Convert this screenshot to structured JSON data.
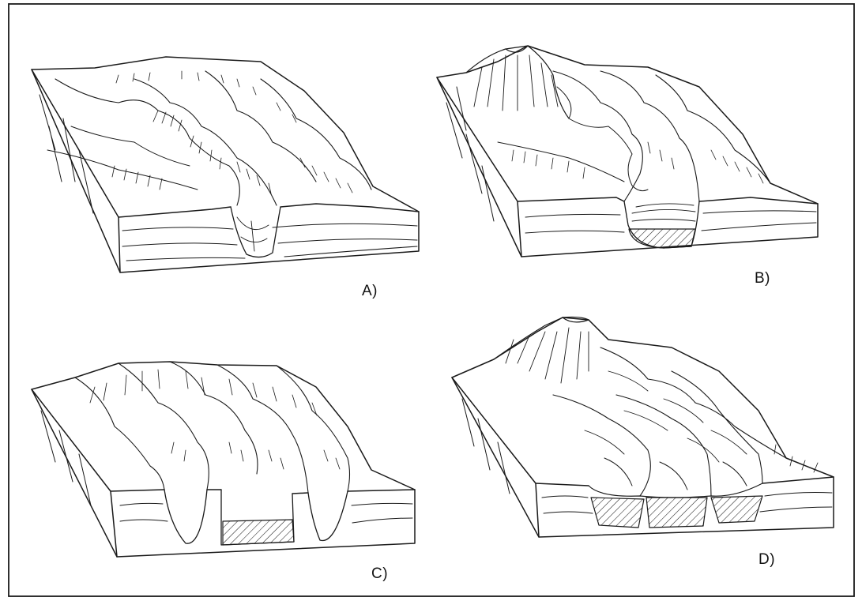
{
  "figure": {
    "panels": [
      {
        "id": "a",
        "label": "A)"
      },
      {
        "id": "b",
        "label": "B)"
      },
      {
        "id": "c",
        "label": "C)"
      },
      {
        "id": "d",
        "label": "D)"
      }
    ]
  }
}
